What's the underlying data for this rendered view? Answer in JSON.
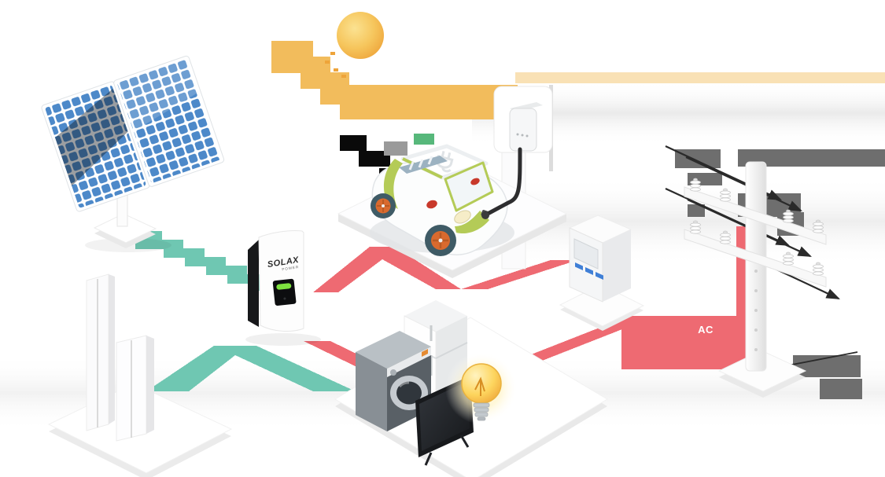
{
  "diagram": {
    "labels": {
      "ac_flow": "AC",
      "inverter_brand": "SOLAX",
      "inverter_brand_sub": "POWER"
    },
    "palette": {
      "sun_core": "#FBE291",
      "sun_edge": "#EEA43A",
      "solar_flow_yellow": "#F2BC5C",
      "pv_flow_teal": "#6FC7B2",
      "ac_flow_red": "#EE6A72",
      "panel_cell_blue": "#4D89C9",
      "car_accent_green": "#B4CB57",
      "wheel_hub_orange": "#D96A2E",
      "inverter_led_green": "#7EE23F",
      "meter_button_blue": "#3F7FD6",
      "wire_dark": "#2A2A2A"
    },
    "icons": [
      "sun-icon",
      "solar-panel-icon",
      "ev-charger-icon",
      "ev-car-icon",
      "power-pole-icon",
      "inverter-icon",
      "battery-icon",
      "smart-meter-icon",
      "washing-machine-icon",
      "refrigerator-icon",
      "tv-icon",
      "light-bulb-icon"
    ]
  }
}
